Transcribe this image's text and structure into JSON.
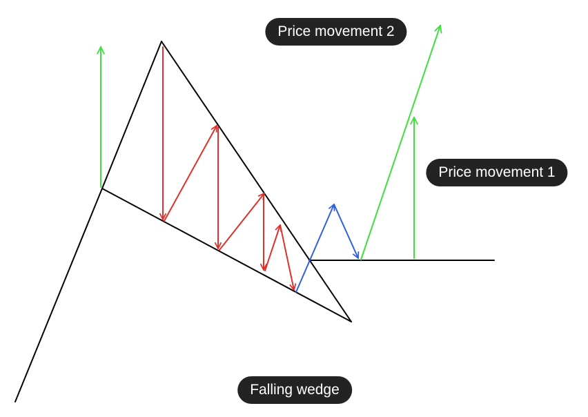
{
  "labels": {
    "price_movement_2": "Price movement 2",
    "price_movement_1": "Price movement 1",
    "falling_wedge": "Falling wedge"
  },
  "colors": {
    "structure": "#000000",
    "wedge_oscillation": "#e0302a",
    "retest": "#2f5fe0",
    "target": "#3ee03a",
    "label_background": "#232323",
    "label_text": "#ffffff"
  }
}
